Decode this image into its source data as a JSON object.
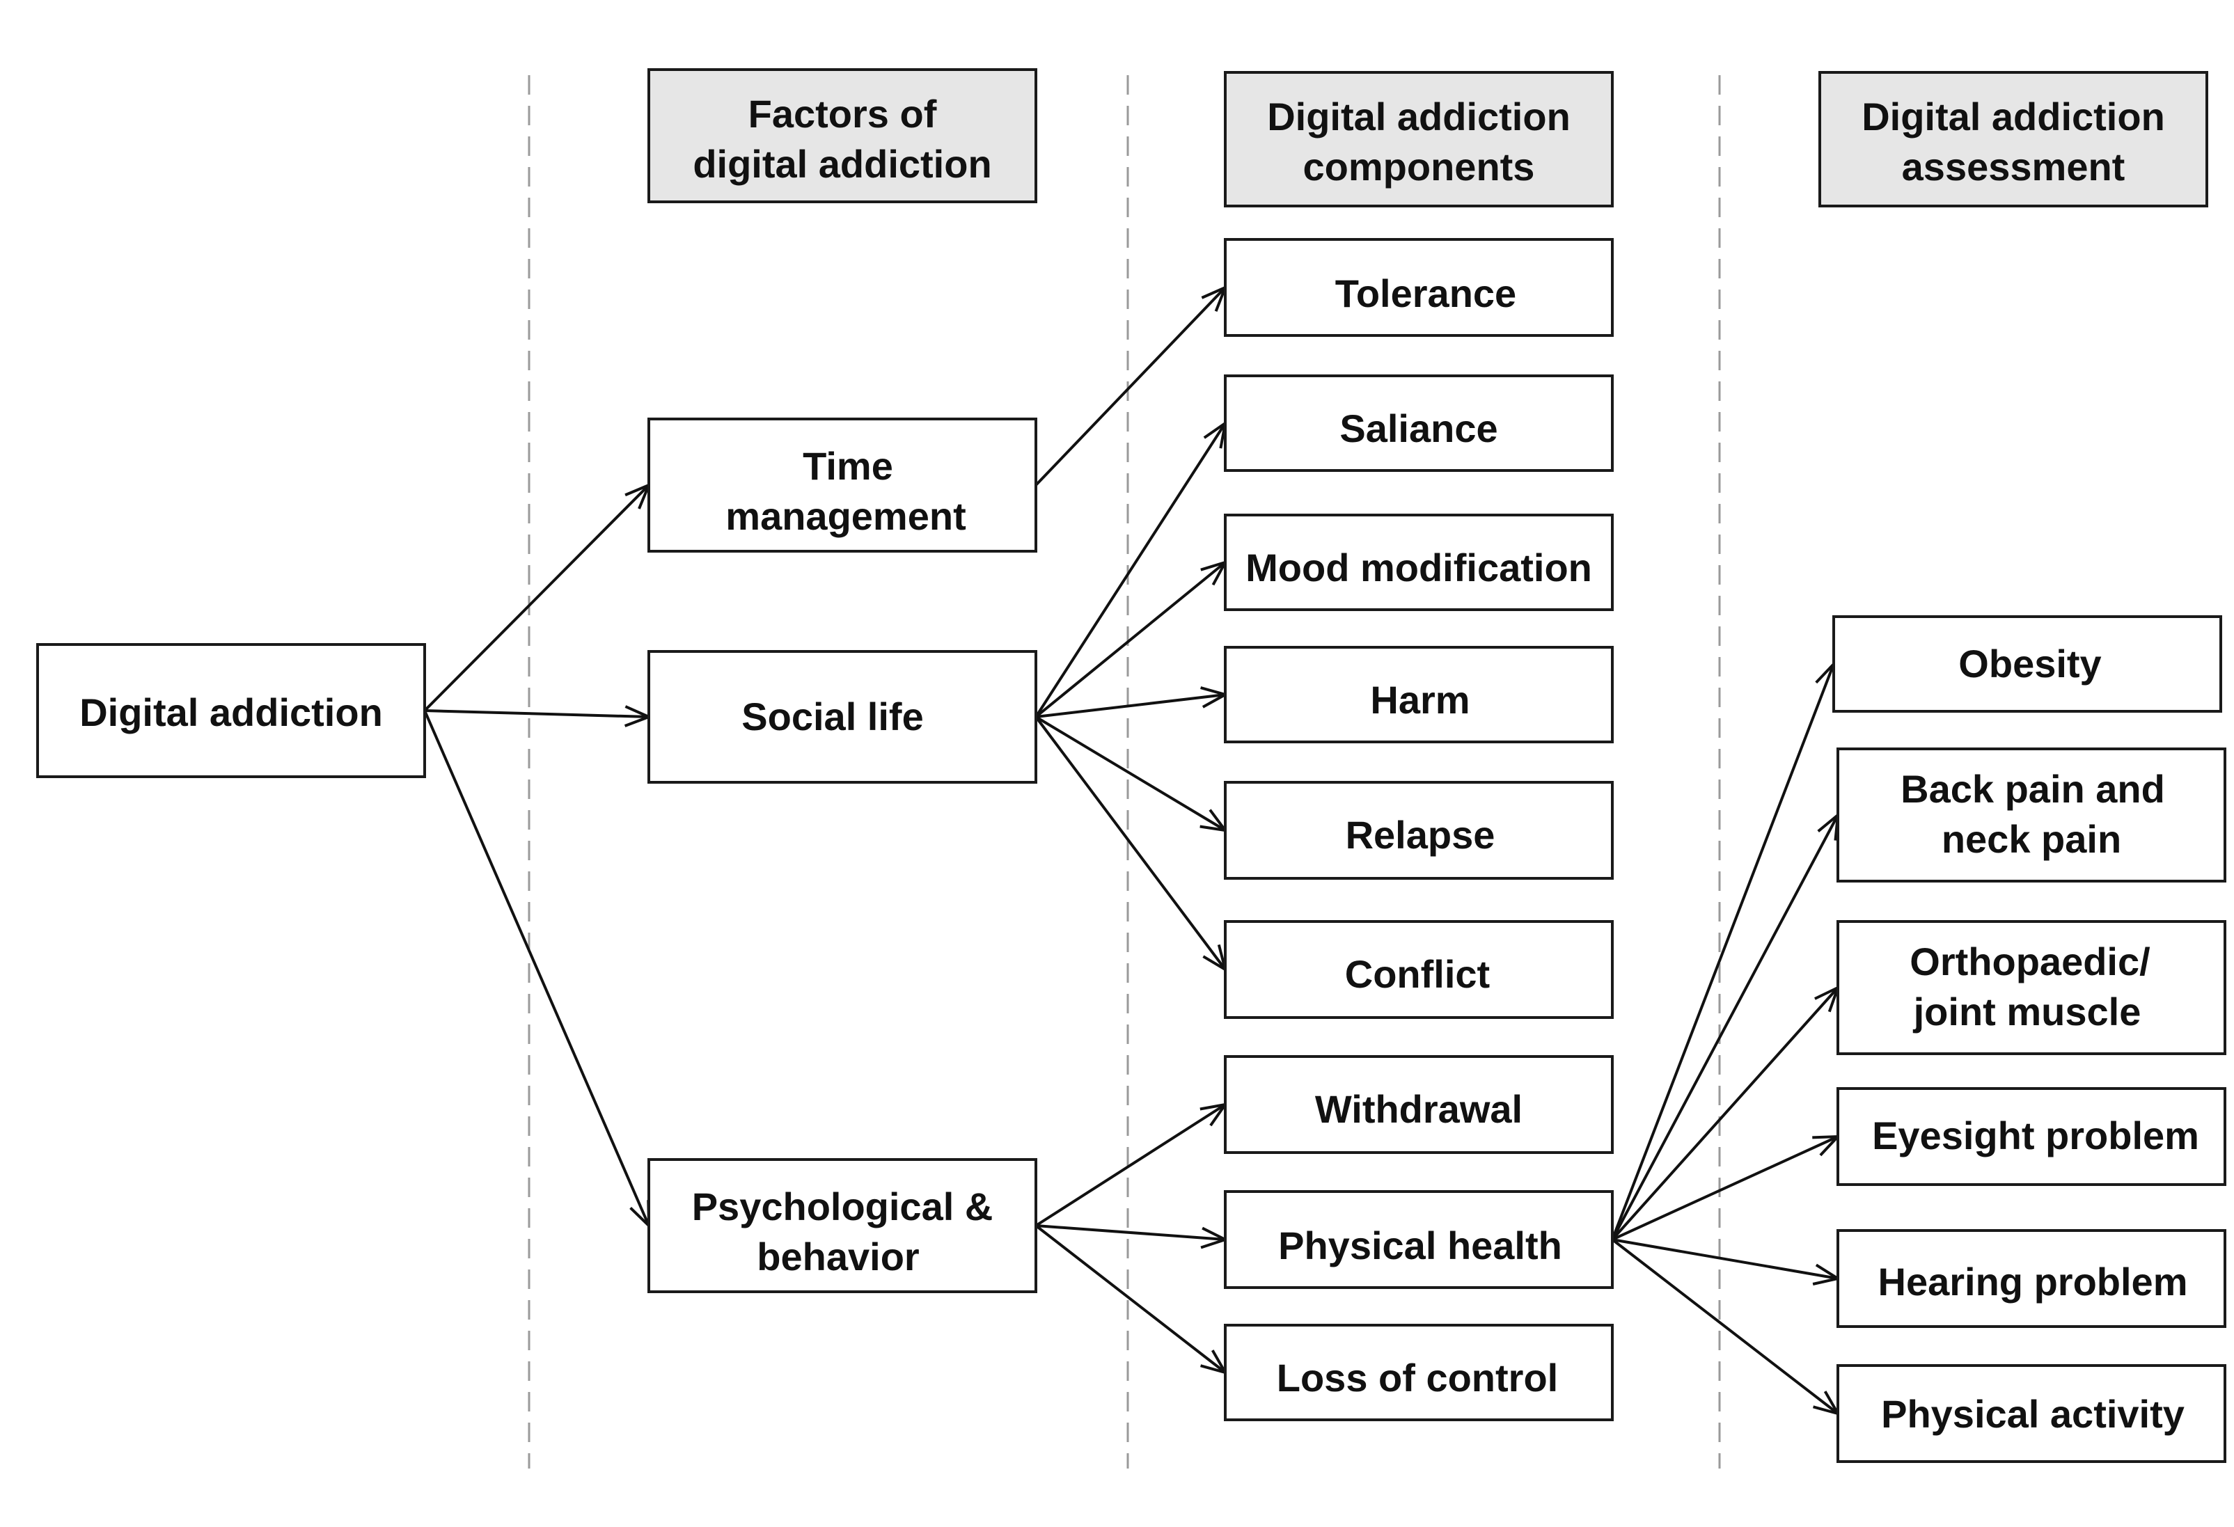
{
  "headers": {
    "factors": [
      "Factors of",
      "digital addiction"
    ],
    "components": [
      "Digital addiction",
      "components"
    ],
    "assessment": [
      "Digital addiction",
      "assessment"
    ]
  },
  "root": {
    "label": [
      "Digital addiction"
    ]
  },
  "factors": {
    "time_management": [
      "Time",
      "management"
    ],
    "social_life": [
      "Social life"
    ],
    "psychological": [
      "Psychological &",
      "behavior"
    ]
  },
  "components": {
    "tolerance": [
      "Tolerance"
    ],
    "saliance": [
      "Saliance"
    ],
    "mood_modification": [
      "Mood modification"
    ],
    "harm": [
      "Harm"
    ],
    "relapse": [
      "Relapse"
    ],
    "conflict": [
      "Conflict"
    ],
    "withdrawal": [
      "Withdrawal"
    ],
    "physical_health": [
      "Physical health"
    ],
    "loss_of_control": [
      "Loss of control"
    ]
  },
  "assessment": {
    "obesity": [
      "Obesity"
    ],
    "back_pain": [
      "Back pain and",
      "neck pain"
    ],
    "orthopaedic": [
      "Orthopaedic/",
      "joint muscle"
    ],
    "eyesight": [
      "Eyesight problem"
    ],
    "hearing": [
      "Hearing problem"
    ],
    "physical_activity": [
      "Physical activity"
    ]
  },
  "edges": [
    [
      "root",
      "time_management"
    ],
    [
      "root",
      "social_life"
    ],
    [
      "root",
      "psychological"
    ],
    [
      "time_management",
      "tolerance"
    ],
    [
      "social_life",
      "saliance"
    ],
    [
      "social_life",
      "mood_modification"
    ],
    [
      "social_life",
      "harm"
    ],
    [
      "social_life",
      "relapse"
    ],
    [
      "social_life",
      "conflict"
    ],
    [
      "psychological",
      "withdrawal"
    ],
    [
      "psychological",
      "physical_health"
    ],
    [
      "psychological",
      "loss_of_control"
    ],
    [
      "physical_health",
      "obesity"
    ],
    [
      "physical_health",
      "back_pain"
    ],
    [
      "physical_health",
      "orthopaedic"
    ],
    [
      "physical_health",
      "eyesight"
    ],
    [
      "physical_health",
      "hearing"
    ],
    [
      "physical_health",
      "physical_activity"
    ]
  ]
}
